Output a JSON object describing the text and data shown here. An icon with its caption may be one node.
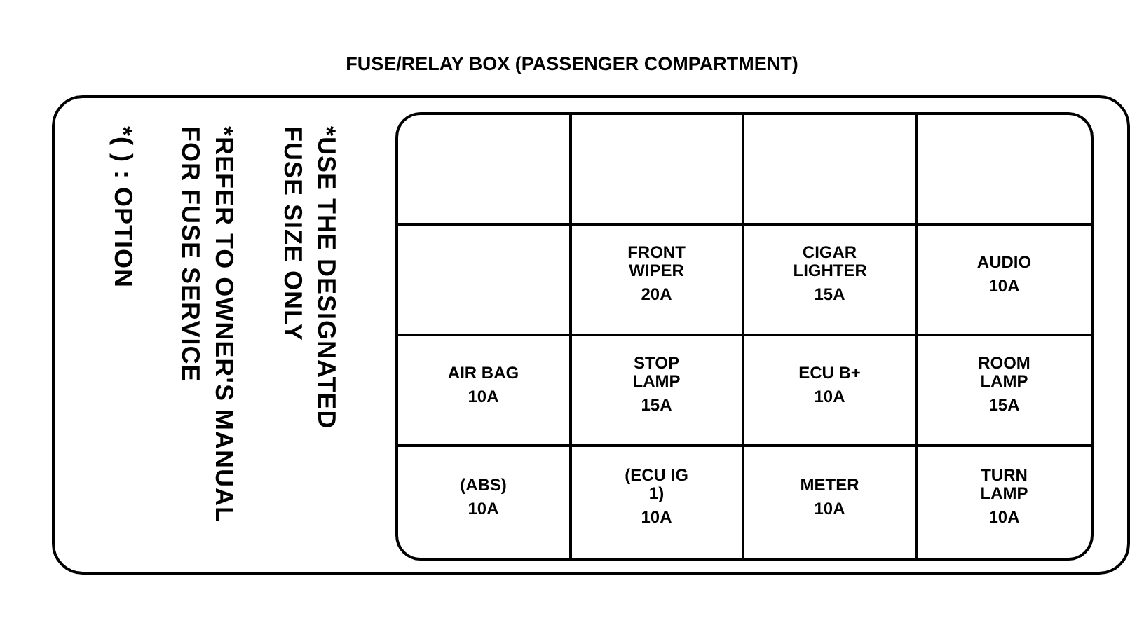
{
  "diagram": {
    "title": "FUSE/RELAY BOX (PASSENGER COMPARTMENT)",
    "nodes": [
      {
        "text": [
          "*USE THE DESIGNATED FUSE SIZE ONLY",
          "*REFER TO OWNER'S MANUAL FOR FUSE SERVICE",
          "*( ) : OPTION"
        ]
      },
      {
        "text": [],
        "shape": "box",
        "in": 0
      },
      {
        "text": [],
        "shape": "box",
        "in": 1
      },
      {
        "text": [],
        "shape": "box",
        "in": 1
      },
      {
        "text": [],
        "shape": "box",
        "in": 1
      },
      {
        "text": [],
        "shape": "box",
        "in": 1
      },
      {
        "text": [],
        "shape": "box",
        "in": 1
      },
      {
        "text": [
          "FRONT WIPER",
          "20A"
        ],
        "in": 1
      },
      {
        "text": [
          "CIGAR LIGHTER",
          "15A"
        ],
        "in": 1
      },
      {
        "text": [
          "AUDIO",
          "10A"
        ],
        "in": 1
      },
      {
        "text": [
          "AIR BAG",
          "10A"
        ],
        "in": 1
      },
      {
        "text": [
          "STOP LAMP",
          "15A"
        ],
        "in": 1
      },
      {
        "text": [
          "ECU B+",
          "10A"
        ],
        "in": 1
      },
      {
        "text": [
          "ROOM LAMP",
          "15A"
        ],
        "in": 1
      },
      {
        "text": [
          "(ABS)",
          "10A"
        ],
        "in": 1
      },
      {
        "text": [
          "(ECU IG 1)",
          "10A"
        ],
        "in": 1
      },
      {
        "text": [
          "METER",
          "10A"
        ],
        "in": 1
      },
      {
        "text": [
          "TURN LAMP",
          "10A"
        ],
        "in": 1
      }
    ]
  }
}
